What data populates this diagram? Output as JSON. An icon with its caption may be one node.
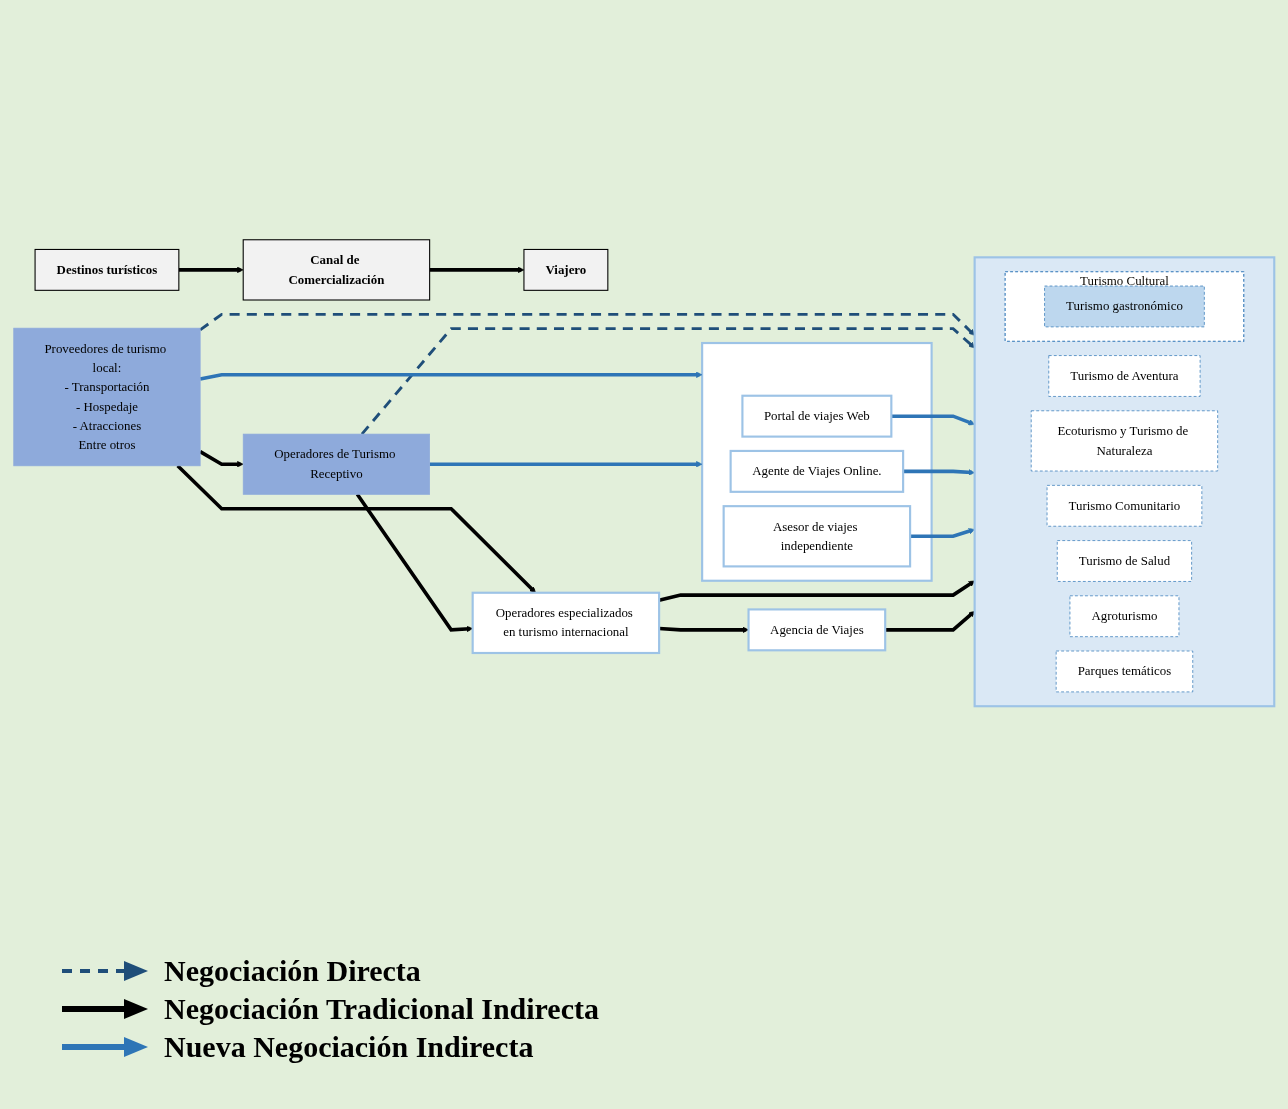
{
  "diagram": {
    "nodes": [
      {
        "text": [
          "Destinos turísticos"
        ]
      },
      {
        "text": [
          "Canal de Comercialización"
        ]
      },
      {
        "text": [
          "Viajero"
        ]
      },
      {
        "text": [
          "Proveedores de turismo local:",
          "- Transportación",
          "- Hospedaje",
          "- Atracciones",
          "Entre otros"
        ]
      },
      {
        "text": [
          "Operadores de Turismo Receptivo"
        ]
      },
      {
        "text": [],
        "shape": "box"
      },
      {
        "text": [
          "Portal de viajes Web"
        ],
        "in": 5
      },
      {
        "text": [
          "Agente de Viajes Online."
        ],
        "in": 5
      },
      {
        "text": [
          "Asesor de viajes independiente"
        ],
        "in": 5
      },
      {
        "text": [
          "Operadores especializados en turismo internacional"
        ]
      },
      {
        "text": [
          "Agencia de Viajes"
        ]
      },
      {
        "text": [],
        "shape": "box"
      },
      {
        "text": [
          "Turismo de Aventura"
        ],
        "in": 11
      },
      {
        "text": [
          "Ecoturismo y Turismo de Naturaleza"
        ],
        "in": 11
      },
      {
        "text": [
          "Turismo Cultural"
        ],
        "in": 11
      },
      {
        "text": [
          "Turismo gastronómico"
        ],
        "in": 14
      },
      {
        "text": [
          "Turismo Comunitario"
        ],
        "in": 11
      },
      {
        "text": [
          "Turismo de Salud"
        ],
        "in": 11
      },
      {
        "text": [
          "Agroturismo"
        ],
        "in": 11
      },
      {
        "text": [
          "Parques temáticos"
        ],
        "in": 11
      }
    ],
    "edges": [
      {
        "from": 0,
        "to": 1,
        "arrow": "to"
      },
      {
        "from": 1,
        "to": 2,
        "arrow": "to"
      },
      {
        "from": 3,
        "to": 11,
        "arrow": "to",
        "style": "dashed",
        "color": "#1f4e79"
      },
      {
        "from": 3,
        "to": 4,
        "arrow": "to"
      },
      {
        "from": 4,
        "to": 11,
        "arrow": "to",
        "style": "dashed",
        "color": "#1f4e79"
      },
      {
        "from": 3,
        "to": 5,
        "arrow": "to",
        "color": "#2e75b6"
      },
      {
        "from": 4,
        "to": 5,
        "arrow": "to",
        "color": "#2e75b6"
      },
      {
        "from": 6,
        "to": 11,
        "arrow": "to",
        "color": "#2e75b6"
      },
      {
        "from": 7,
        "to": 11,
        "arrow": "to",
        "color": "#2e75b6"
      },
      {
        "from": 8,
        "to": 11,
        "arrow": "to",
        "color": "#2e75b6"
      },
      {
        "from": 3,
        "to": 9,
        "arrow": "to"
      },
      {
        "from": 4,
        "to": 9,
        "arrow": "to"
      },
      {
        "from": 9,
        "to": 11,
        "arrow": "to"
      },
      {
        "from": 9,
        "to": 10,
        "arrow": "to"
      },
      {
        "from": 10,
        "to": 11,
        "arrow": "to"
      }
    ],
    "legend": [
      {
        "text": "Negociación Directa"
      },
      {
        "text": "Negociación Tradicional Indirecta"
      },
      {
        "text": "Nueva Negociación Indirecta"
      }
    ]
  }
}
